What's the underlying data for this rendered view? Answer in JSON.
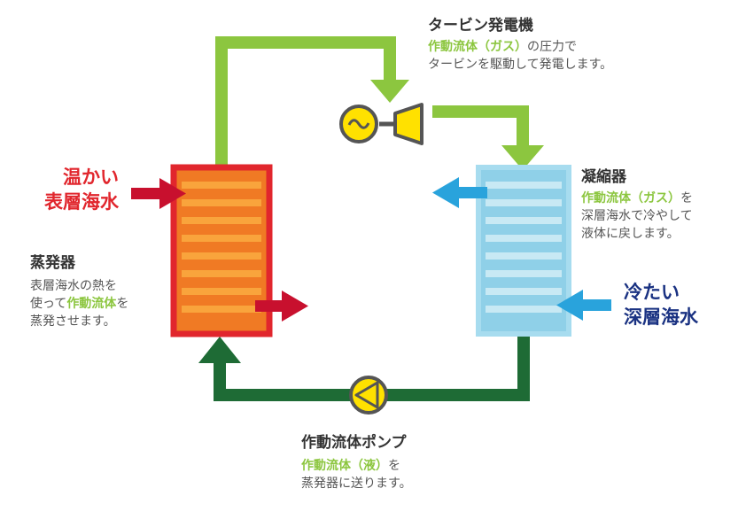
{
  "turbine": {
    "title": "タービン発電機",
    "desc_hl": "作動流体（ガス）",
    "desc_rest1": "の圧力で",
    "desc_line2": "タービンを駆動して発電します。"
  },
  "condenser": {
    "title": "凝縮器",
    "desc_hl": "作動流体（ガス）",
    "desc_rest1": "を",
    "desc_line2": "深層海水で冷やして",
    "desc_line3": "液体に戻します。"
  },
  "evaporator": {
    "title": "蒸発器",
    "desc_line1": "表層海水の熱を",
    "desc_pre2": "使って",
    "desc_hl": "作動流体",
    "desc_rest2": "を",
    "desc_line3": "蒸発させます。"
  },
  "pump": {
    "title": "作動流体ポンプ",
    "desc_hl": "作動流体（液）",
    "desc_rest1": "を",
    "desc_line2": "蒸発器に送ります。"
  },
  "warm_water": {
    "line1": "温かい",
    "line2": "表層海水"
  },
  "cold_water": {
    "line1": "冷たい",
    "line2": "深層海水"
  },
  "colors": {
    "gas_pipe": "#8cc63f",
    "liquid_pipe": "#1e6b35",
    "warm": "#e1262d",
    "warm_arrow": "#c8102e",
    "cold": "#1a3282",
    "cold_arrow": "#29a3dc",
    "evaporator_fill": "#f07a24",
    "evaporator_stripe": "#f9a43c",
    "condenser_fill": "#8fd0e8",
    "condenser_stripe": "#c8e9f4",
    "yellow": "#ffe100"
  },
  "icons": [
    "generator-icon",
    "turbine-icon",
    "pump-icon"
  ]
}
